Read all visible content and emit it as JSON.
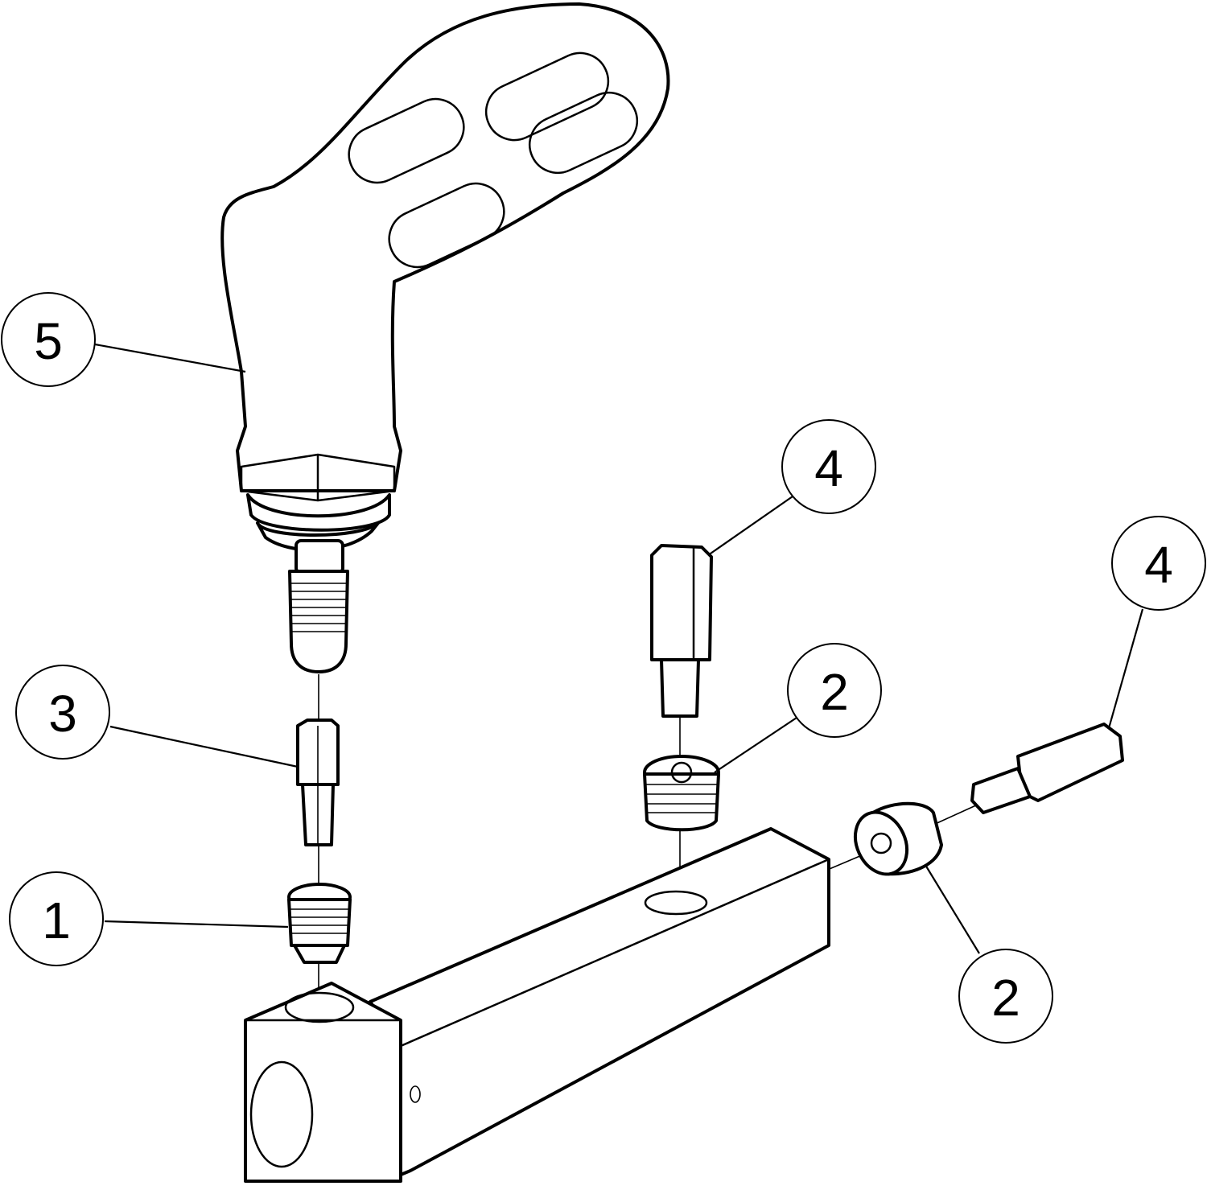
{
  "diagram": {
    "callouts": [
      {
        "id": "handle",
        "label": "5"
      },
      {
        "id": "bit-upper",
        "label": "4"
      },
      {
        "id": "bit-right",
        "label": "4"
      },
      {
        "id": "torx-bit",
        "label": "3"
      },
      {
        "id": "screw-upper",
        "label": "2"
      },
      {
        "id": "screw-lower",
        "label": "1"
      },
      {
        "id": "screw-right",
        "label": "2"
      }
    ]
  }
}
